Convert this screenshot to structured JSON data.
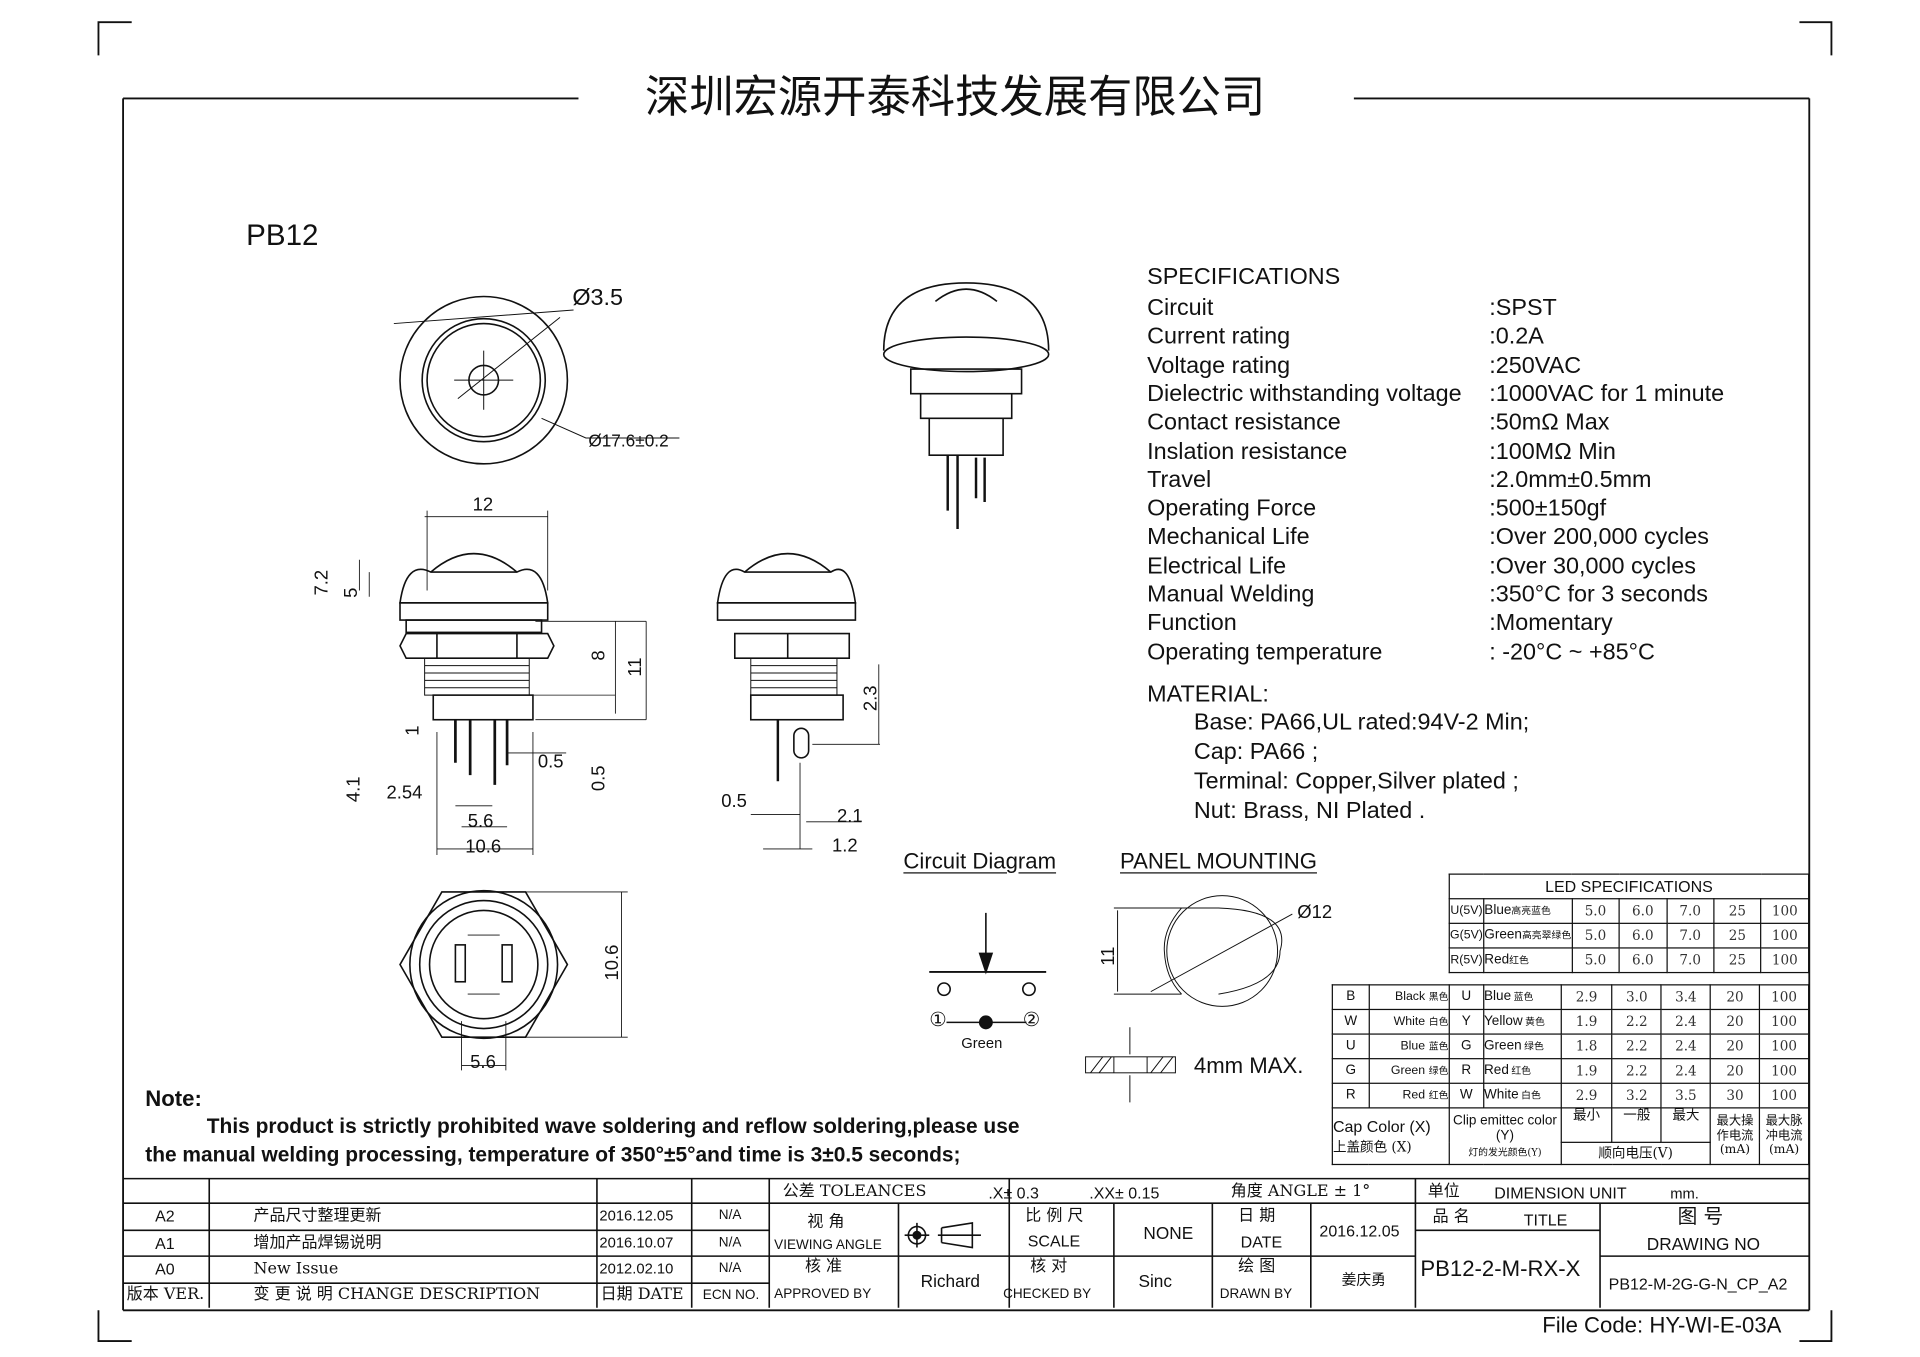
{
  "company_title": "深圳宏源开泰科技发展有限公司",
  "part_label": "PB12",
  "specifications": {
    "heading": "SPECIFICATIONS",
    "rows": [
      {
        "label": "Circuit",
        "value": ":SPST"
      },
      {
        "label": "Current rating",
        "value": ":0.2A"
      },
      {
        "label": "Voltage rating",
        "value": ":250VAC"
      },
      {
        "label": "Dielectric withstanding voltage",
        "value": ":1000VAC for 1 minute"
      },
      {
        "label": "Contact resistance",
        "value": ":50mΩ  Max"
      },
      {
        "label": "Inslation resistance",
        "value": ":100MΩ Min"
      },
      {
        "label": "Travel",
        "value": ":2.0mm±0.5mm"
      },
      {
        "label": "Operating Force",
        "value": ":500±150gf"
      },
      {
        "label": "Mechanical Life",
        "value": ":Over 200,000 cycles"
      },
      {
        "label": "Electrical Life",
        "value": ":Over 30,000 cycles"
      },
      {
        "label": "Manual Welding",
        "value": ":350°C for 3 seconds"
      },
      {
        "label": "Function",
        "value": ":Momentary"
      },
      {
        "label": "Operating temperature",
        "value": ": -20°C ~ +85°C"
      }
    ]
  },
  "material": {
    "heading": "MATERIAL:",
    "items": [
      "Base: PA66,UL rated:94V-2 Min;",
      "Cap: PA66 ;",
      "Terminal: Copper,Silver plated ;",
      "Nut: Brass, NI Plated ."
    ]
  },
  "dims": {
    "top_hole": "Ø3.5",
    "top_outer": "Ø17.6±0.2",
    "front_width": "12",
    "front_h72": "7.2",
    "front_h5": "5",
    "front_h8": "8",
    "front_h11": "11",
    "front_1": "1",
    "front_41": "4.1",
    "front_254": "2.54",
    "front_05a": "0.5",
    "front_05b": "0.5",
    "front_56": "5.6",
    "front_106": "10.6",
    "side_23": "2.3",
    "side_05": "0.5",
    "side_21": "2.1",
    "side_12": "1.2",
    "bottom_106": "10.6",
    "bottom_56": "5.6"
  },
  "circuit": {
    "title": "Circuit Diagram",
    "pin1": "①",
    "pin2": "②",
    "led_label": "Green"
  },
  "panel": {
    "title": "PANEL MOUNTING",
    "height": "11",
    "diameter": "Ø12",
    "thickness": "4mm MAX."
  },
  "note": {
    "heading": "Note:",
    "line1": "This product is strictly prohibited wave soldering and reflow soldering,please use",
    "line2": "the manual welding processing, temperature of 350°±5°and time is 3±0.5 seconds;"
  },
  "led_table": {
    "title": "LED SPECIFICATIONS",
    "high_rows": [
      {
        "code": "U(5V)",
        "name": "Blue",
        "cn": "高亮蓝色",
        "vals": [
          "5.0",
          "6.0",
          "7.0",
          "25",
          "100"
        ]
      },
      {
        "code": "G(5V)",
        "name": "Green",
        "cn": "高亮翠绿色",
        "vals": [
          "5.0",
          "6.0",
          "7.0",
          "25",
          "100"
        ]
      },
      {
        "code": "R(5V)",
        "name": "Red",
        "cn": "红色",
        "vals": [
          "5.0",
          "6.0",
          "7.0",
          "25",
          "100"
        ]
      }
    ],
    "rows": [
      {
        "cap_code": "B",
        "cap_name": "Black",
        "cap_cn": "黑色",
        "code": "U",
        "name": "Blue",
        "cn": "蓝色",
        "vals": [
          "2.9",
          "3.0",
          "3.4",
          "20",
          "100"
        ]
      },
      {
        "cap_code": "W",
        "cap_name": "White",
        "cap_cn": "白色",
        "code": "Y",
        "name": "Yellow",
        "cn": "黄色",
        "vals": [
          "1.9",
          "2.2",
          "2.4",
          "20",
          "100"
        ]
      },
      {
        "cap_code": "U",
        "cap_name": "Blue",
        "cap_cn": "蓝色",
        "code": "G",
        "name": "Green",
        "cn": "绿色",
        "vals": [
          "1.8",
          "2.2",
          "2.4",
          "20",
          "100"
        ]
      },
      {
        "cap_code": "G",
        "cap_name": "Green",
        "cap_cn": "绿色",
        "code": "R",
        "name": "Red",
        "cn": "红色",
        "vals": [
          "1.9",
          "2.2",
          "2.4",
          "20",
          "100"
        ]
      },
      {
        "cap_code": "R",
        "cap_name": "Red",
        "cap_cn": "红色",
        "code": "W",
        "name": "White",
        "cn": "白色",
        "vals": [
          "2.9",
          "3.2",
          "3.5",
          "30",
          "100"
        ]
      }
    ],
    "footer": {
      "cap_color": "Cap Color (X)",
      "cap_color_cn": "上盖颜色  (X)",
      "clip": "Clip emittec color (Y)",
      "clip_cn": "灯的发光颜色(Y)",
      "min": "最小",
      "typ": "一般",
      "max": "最大",
      "forward_voltage": "顺向电压(V)",
      "max_op": "最大操作电流(mA)",
      "max_pulse": "最大脉冲电流(mA)"
    }
  },
  "title_block": {
    "revisions": [
      {
        "ver": "A2",
        "desc": "产品尺寸整理更新",
        "date": "2016.12.05",
        "ecn": "N/A"
      },
      {
        "ver": "A1",
        "desc": "增加产品焊锡说明",
        "date": "2016.10.07",
        "ecn": "N/A"
      },
      {
        "ver": "A0",
        "desc": "New Issue",
        "date": "2012.02.10",
        "ecn": "N/A"
      }
    ],
    "hdr_ver": "版本 VER.",
    "hdr_desc": "变 更 说 明  CHANGE DESCRIPTION",
    "hdr_date": "日期 DATE",
    "hdr_ecn": "ECN NO.",
    "tolerances": "公差 TOLEANCES",
    "tol_x": ".X± 0.3",
    "tol_xx": ".XX± 0.15",
    "tol_angle": "角度 ANGLE ± 1°",
    "unit_cn": "单位",
    "unit": "DIMENSION UNIT",
    "unit_val": "mm.",
    "viewing_cn": "视 角",
    "viewing": "VIEWING ANGLE",
    "scale_cn": "比 例 尺",
    "scale": "SCALE",
    "scale_val": "NONE",
    "date_cn": "日 期",
    "date": "DATE",
    "date_val": "2016.12.05",
    "approved_cn": "核 准",
    "approved": "APPROVED BY",
    "approved_val": "Richard",
    "checked_cn": "核 对",
    "checked": "CHECKED BY",
    "checked_val": "Sinc",
    "drawn_cn": "绘 图",
    "drawn": "DRAWN BY",
    "drawn_val": "姜庆勇",
    "title_cn": "品 名",
    "title": "TITLE",
    "title_val": "PB12-2-M-RX-X",
    "dwg_cn": "图 号",
    "dwg": "DRAWING NO",
    "dwg_val": "PB12-M-2G-G-N_CP_A2"
  },
  "file_code": "File Code: HY-WI-E-03A"
}
